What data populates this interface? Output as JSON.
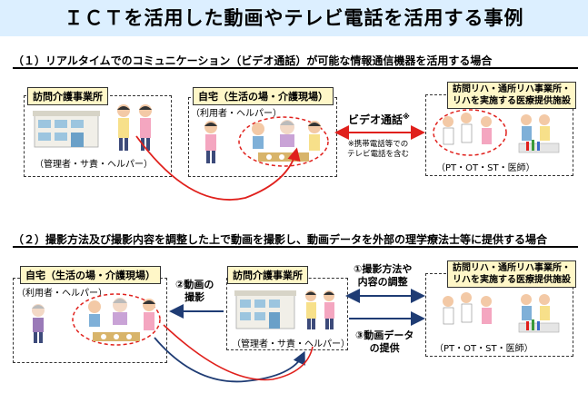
{
  "title": "ＩＣＴを活用した動画やテレビ電話を活用する事例",
  "section1": {
    "heading": "（１）リアルタイムでのコミュニケーション（ビデオ通話）が可能な情報通信機器を活用する場合",
    "visiting_care_office": {
      "label": "訪問介護事業所",
      "caption": "（管理者・サ責・ヘルパー）"
    },
    "home": {
      "label": "自宅（生活の場・介護現場）",
      "caption": "（利用者・ヘルパー）"
    },
    "video_call": "ビデオ通話",
    "video_call_mark": "※",
    "note": "※携帯電話等での\nテレビ電話を含む",
    "medical": {
      "label": "訪問リハ・通所リハ事業所・\nリハを実施する医療提供施設",
      "caption": "（PT・OT・ST・医師）"
    }
  },
  "section2": {
    "heading": "（２）撮影方法及び撮影内容を調整した上で動画を撮影し、動画データを外部の理学療法士等に提供する場合",
    "home": {
      "label": "自宅（生活の場・介護現場）",
      "caption": "（利用者・ヘルパー）"
    },
    "step2": "②動画の\n撮影",
    "visiting_care_office": {
      "label": "訪問介護事業所",
      "caption": "（管理者・サ責・ヘルパー）"
    },
    "step1": "①撮影方法や\n内容の調整",
    "step3": "③動画データ\nの提供",
    "medical": {
      "label": "訪問リハ・通所リハ事業所・\nリハを実施する医療提供施設",
      "caption": "（PT・OT・ST・医師）"
    }
  },
  "colors": {
    "title_bg": "#dcefff",
    "label_bg": "#fff7c8",
    "red": "#e0201c",
    "navy": "#1f3c74"
  }
}
